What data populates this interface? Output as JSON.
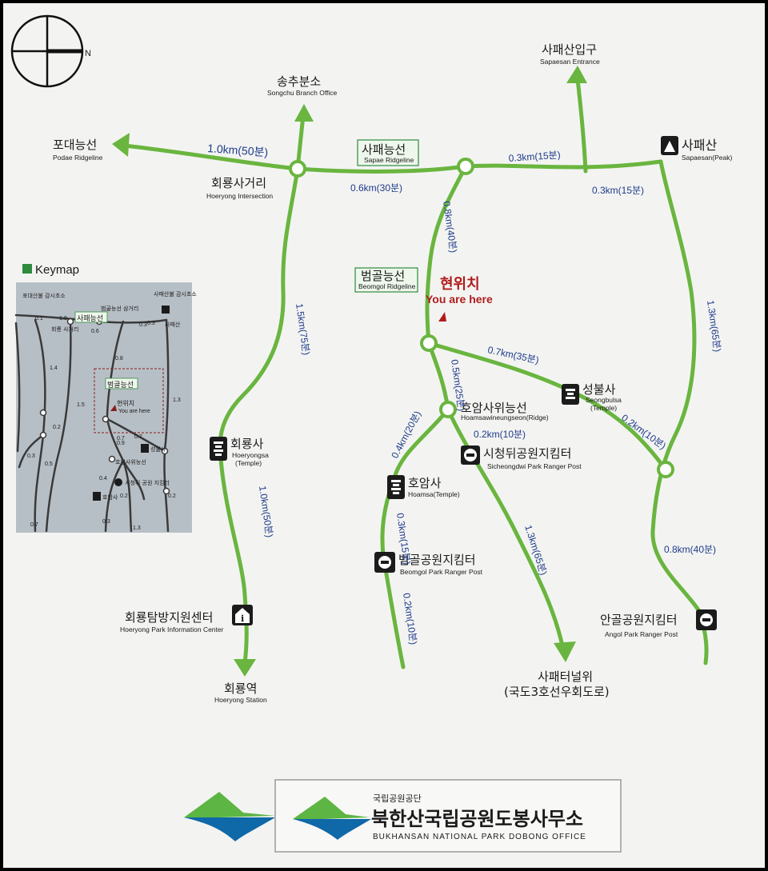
{
  "compass": {
    "label": "N"
  },
  "places": {
    "podae": {
      "ko": "포대능선",
      "en": "Podae Ridgeline"
    },
    "songchu": {
      "ko": "송추분소",
      "en": "Songchu Branch Office"
    },
    "sapaesan_entrance": {
      "ko": "사패산입구",
      "en": "Sapaesan  Entrance"
    },
    "sapaesan_peak": {
      "ko": "사패산",
      "en": "Sapaesan(Peak)"
    },
    "hoeryong_intersection": {
      "ko": "회룡사거리",
      "en": "Hoeryong Intersection"
    },
    "sapae_ridge": {
      "ko": "사패능선",
      "en": "Sapae Ridgeline"
    },
    "beomgol_ridge": {
      "ko": "범골능선",
      "en": "Beomgol Ridgeline"
    },
    "here": {
      "ko": "현위치",
      "en": "You are here"
    },
    "seongbulsa": {
      "ko": "성불사",
      "en": "Seongbulsa",
      "en2": "(Temple)"
    },
    "hoamsawi": {
      "ko": "호암사위능선",
      "en": "Hoamsawineungseon(Ridge)"
    },
    "sicheongdwi": {
      "ko": "시청뒤공원지킴터",
      "en": "Sicheongdwi Park Ranger Post"
    },
    "hoeryongsa": {
      "ko": "회룡사",
      "en": "Hoeryongsa",
      "en2": "(Temple)"
    },
    "hoamsa": {
      "ko": "호암사",
      "en": "Hoamsa(Temple)"
    },
    "beomgol_post": {
      "ko": "범골공원지킴터",
      "en": "Beomgol Park Ranger Post"
    },
    "angol_post": {
      "ko": "안골공원지킴터",
      "en": "Angol Park Ranger Post"
    },
    "info_center": {
      "ko": "회룡탐방지원센터",
      "en": "Hoeryong Park Information Center"
    },
    "hoeryong_station": {
      "ko": "회룡역",
      "en": "Hoeryong Station"
    },
    "sapae_tunnel": {
      "ko": "사패터널위",
      "ko2": "(국도3호선우회도로)"
    }
  },
  "distances": {
    "podae_seg": "1.0km(50분)",
    "hi_sapae": "0.6km(30분)",
    "sapae_entr": "0.3km(15분)",
    "sapae_peak": "0.3km(15분)",
    "beomgol_down": "0.8km(40분)",
    "hoeryong_left": "1.5km(75분)",
    "peak_down": "1.3km(65분)",
    "here_seong": "0.7km(35분)",
    "here_hoam": "0.5km(25분)",
    "hoam_sicheong": "0.2km(10분)",
    "hoam_hoamsa": "0.4km(20분)",
    "seong_junc": "0.2km(10분)",
    "hoamsa_beom": "0.3km(15분)",
    "hoeryongsa_down": "1.0km(50분)",
    "sicheong_down": "1.3km(65분)",
    "angol": "0.8km(40분)",
    "beom_down": "0.2km(10분)"
  },
  "keymap": {
    "title": "Keymap",
    "labels": {
      "podae": "포대산불 감시초소",
      "sapae_post": "사패산불 감시초소",
      "beomgol_sam": "범골능선 삼거리",
      "sapae_ridge": "사패능선",
      "hoeryong_sa": "회룡 사거리",
      "sapaesan": "사패산",
      "beomgol": "범골능선",
      "here_ko": "현위치",
      "here_en": "You are here",
      "seongbulsa": "성불사",
      "hoamsawi": "호암사위능선",
      "sicheong": "시청뒤 공원 지킴터",
      "hoamsa": "호암사"
    },
    "km": [
      "0.1",
      "1.0",
      "0.3",
      "0.6",
      "0.3",
      "0.8",
      "1.4",
      "1.5",
      "1.3",
      "0.2",
      "0.3",
      "0.5",
      "0.7",
      "0.9",
      "0.7",
      "0.4",
      "0.2",
      "0.2",
      "0.3",
      "1.3",
      "0.7"
    ]
  },
  "footer": {
    "org_small": "국립공원공단",
    "org_ko": "북한산국립공원도봉사무소",
    "org_en": "BUKHANSAN NATIONAL PARK DOBONG OFFICE"
  },
  "colors": {
    "trail": "#6ab53f",
    "distance": "#1f3a8a",
    "here": "#b01c1c",
    "board": "#f3f4f2"
  }
}
